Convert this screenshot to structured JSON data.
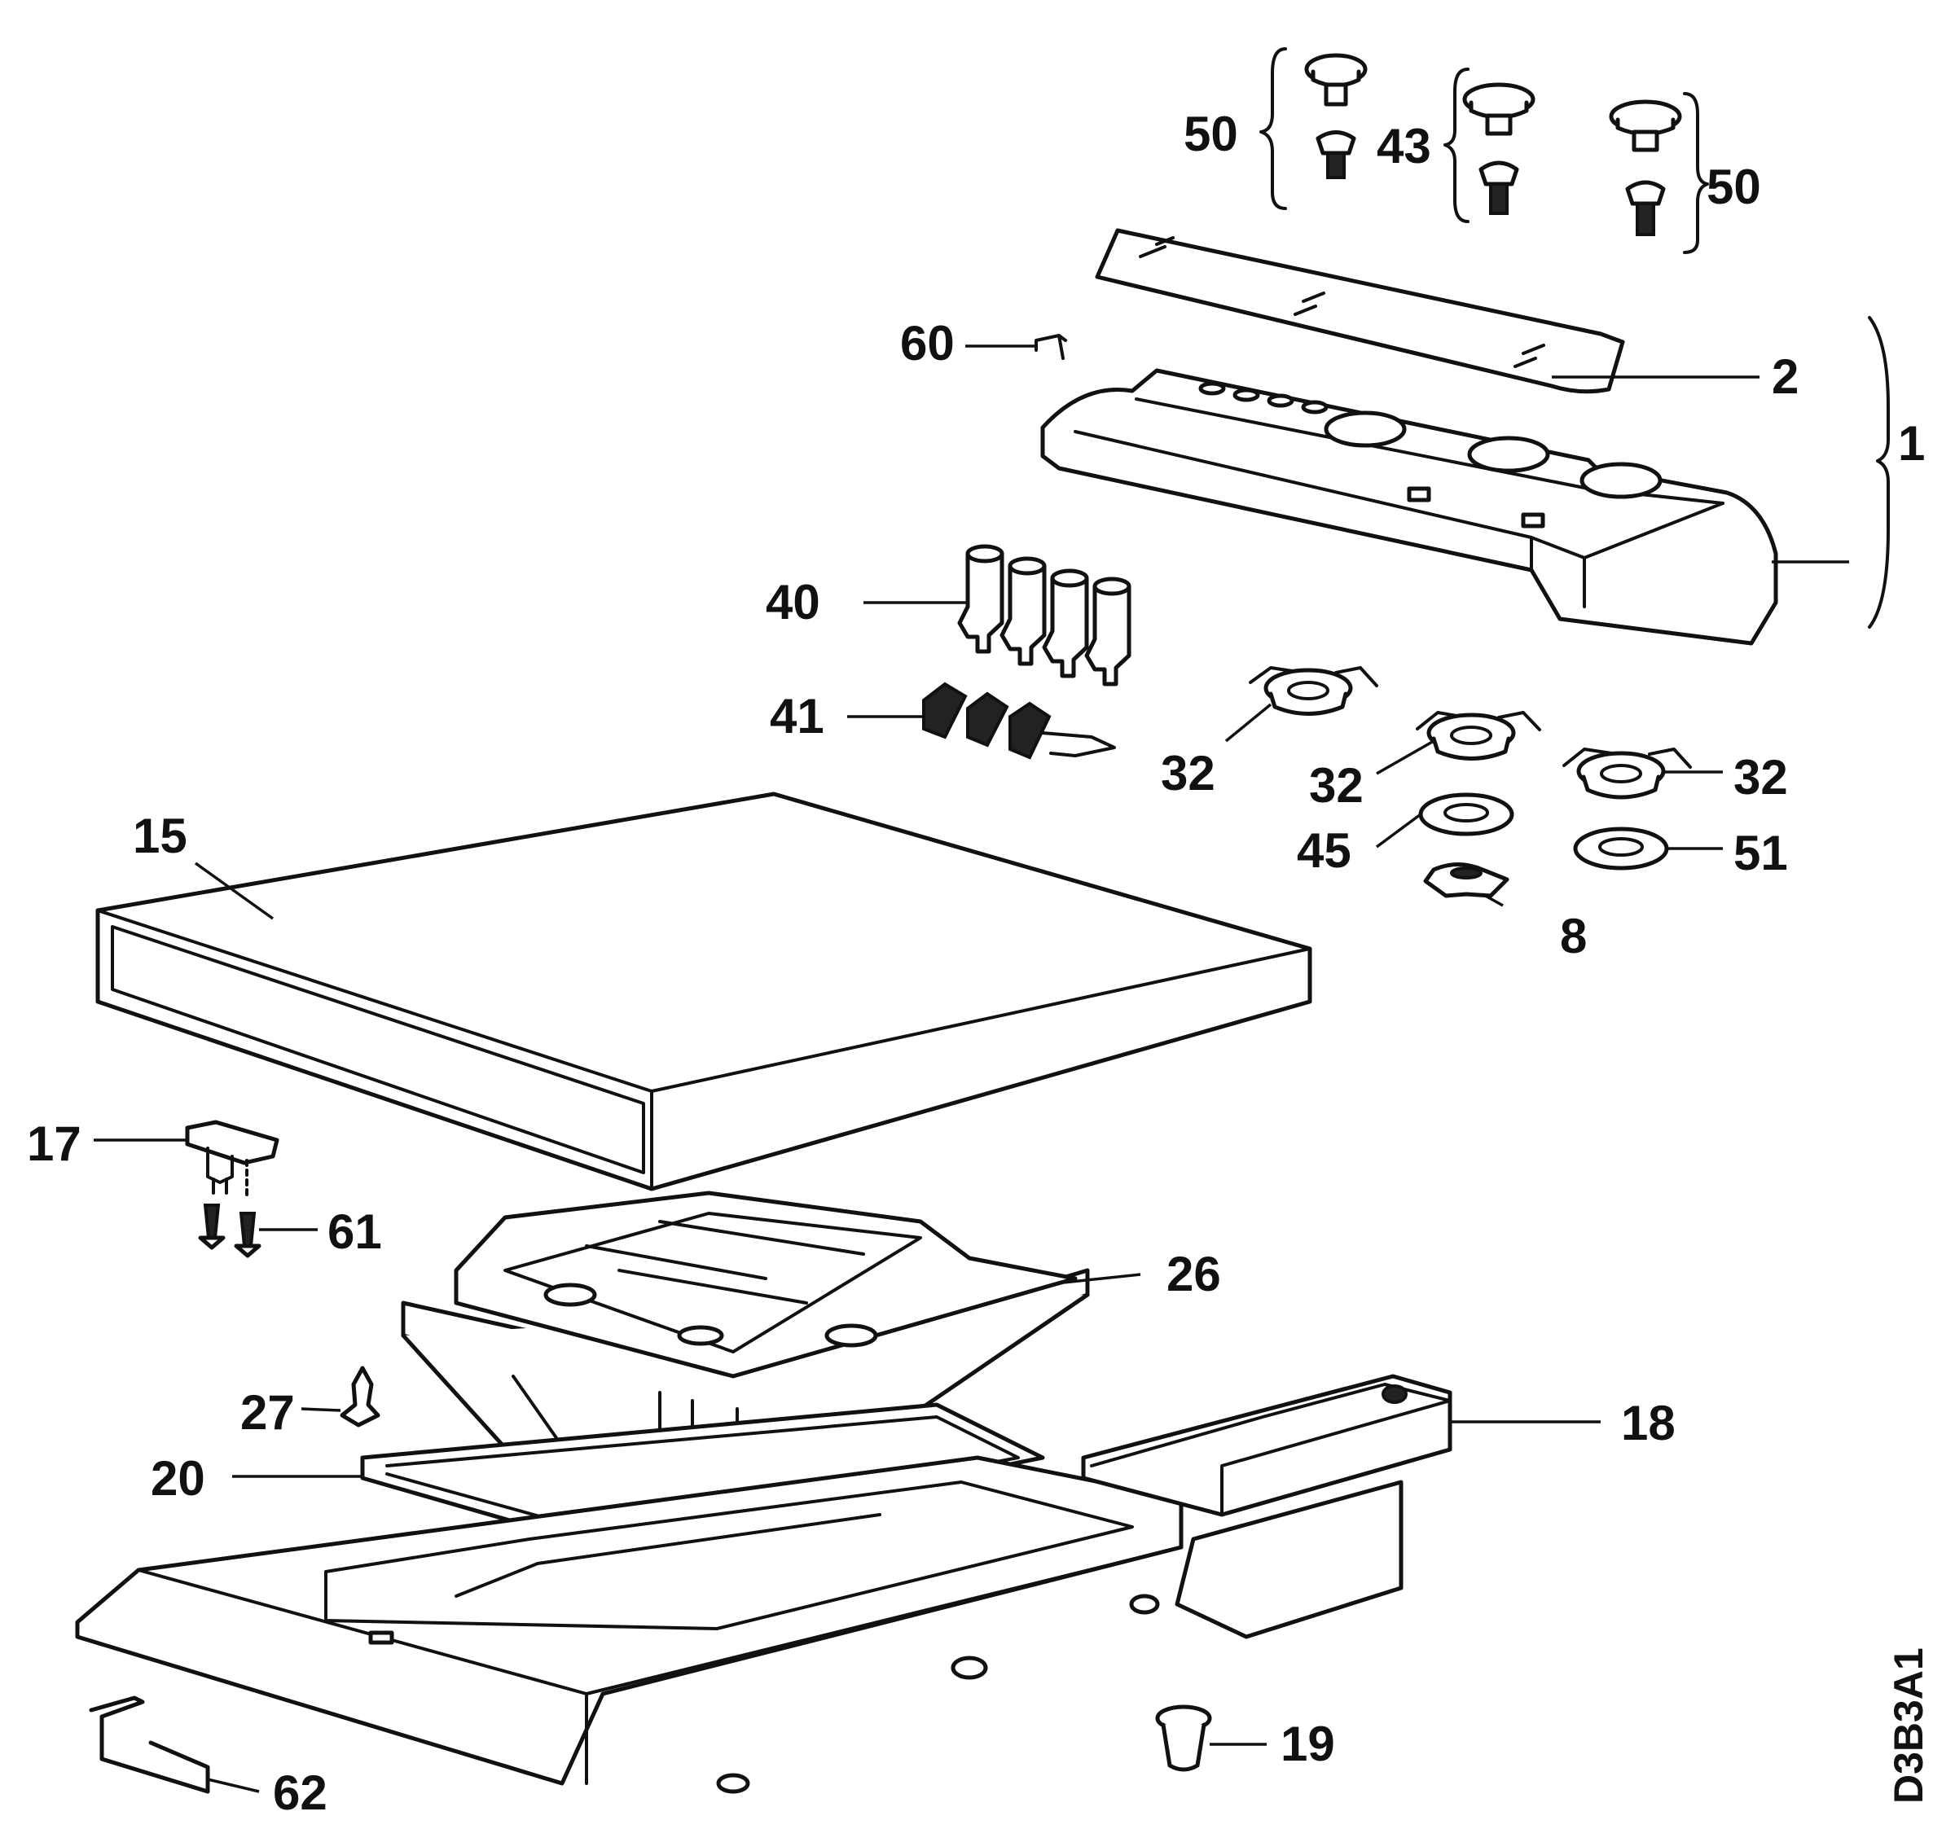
{
  "drawing_code": "D3B3A1",
  "callouts": {
    "c50a": "50",
    "c43": "43",
    "c50b": "50",
    "c60": "60",
    "c2": "2",
    "c1": "1",
    "c40": "40",
    "c41": "41",
    "c32a": "32",
    "c32b": "32",
    "c32c": "32",
    "c45": "45",
    "c51": "51",
    "c8": "8",
    "c15": "15",
    "c17": "17",
    "c61": "61",
    "c26": "26",
    "c27": "27",
    "c18": "18",
    "c20": "20",
    "c19": "19",
    "c62": "62"
  }
}
